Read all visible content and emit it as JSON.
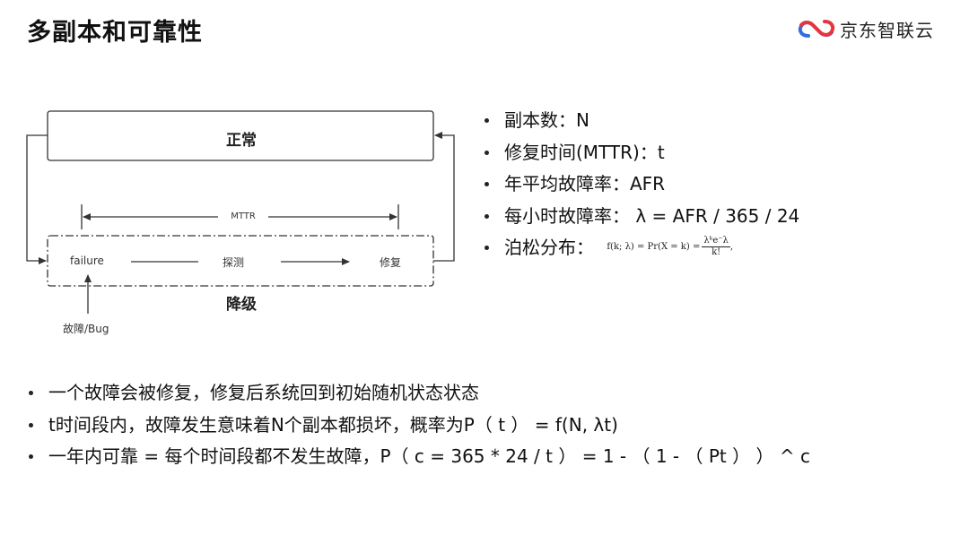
{
  "slide": {
    "title": "多副本和可靠性"
  },
  "logo": {
    "text": "京东智联云",
    "colors": {
      "blue": "#2f6fe5",
      "red": "#e8343b"
    }
  },
  "diagram": {
    "normal_state": "正常",
    "mttr": "MTTR",
    "failure": "failure",
    "detect": "探测",
    "repair": "修复",
    "degraded_state": "降级",
    "trigger": "故障/Bug"
  },
  "right_bullets": [
    "副本数：N",
    "修复时间(MTTR)：t",
    "年平均故障率：AFR",
    "每小时故障率： λ = AFR / 365 / 24",
    "泊松分布："
  ],
  "poisson_formula": {
    "lhs": "f(k; λ) = Pr(X = k) =",
    "numerator": "λᵏe⁻λ",
    "denominator": "k!",
    "trailing": ","
  },
  "bottom_bullets": [
    "一个故障会被修复，修复后系统回到初始随机状态状态",
    "t时间段内，故障发生意味着N个副本都损坏，概率为P（ t ） = f(N, λt)",
    "一年内可靠 = 每个时间段都不发生故障，P（ c = 365 * 24 / t ） = 1 - （ 1 - （ Pt ） ） ^ c"
  ]
}
